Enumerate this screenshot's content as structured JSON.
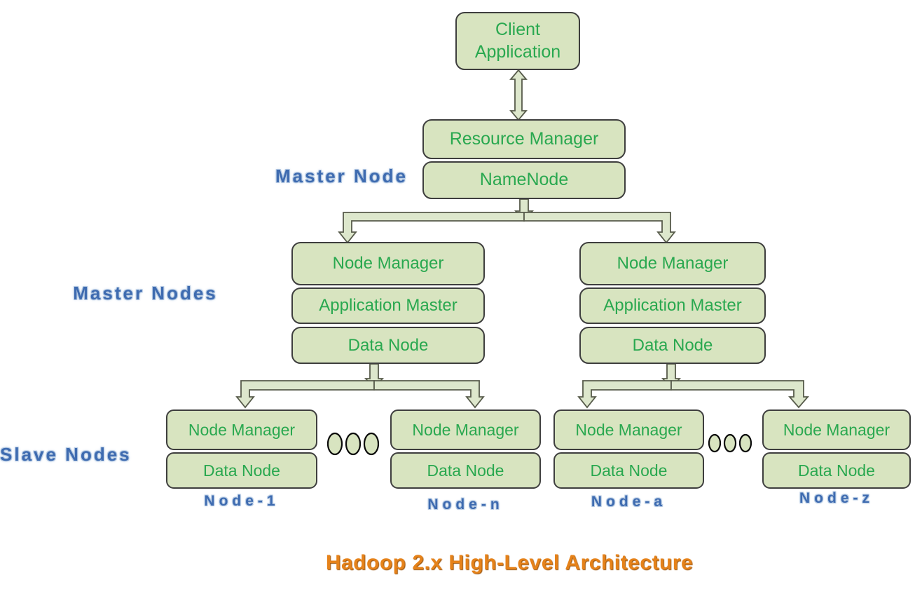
{
  "colors": {
    "box_fill": "#d8e4c0",
    "box_border": "#3e3e3e",
    "box_text": "#29a84f",
    "conn_fill": "#dde7cc",
    "conn_stroke": "#575b4b",
    "label_blue": "#3e6bb0",
    "label_glow": "#b8cce4",
    "title_orange": "#e5821a",
    "dot_fill": "#d8e4c0",
    "dot_stroke": "#0a0a0a"
  },
  "icons": {
    "client_link": "double-headed-block-arrow",
    "branch_connectors": "elbow-block-arrows-down",
    "continuation": "ellipsis-ovals"
  },
  "diagram": {
    "title": "Hadoop 2.x High-Level Architecture",
    "client": {
      "label": "Client Application"
    },
    "master_node_tier": {
      "caption": "Master Node",
      "resource_manager": "Resource Manager",
      "namenode": "NameNode"
    },
    "master_nodes_tier": {
      "caption": "Master Nodes",
      "left_stack": {
        "node_manager": "Node Manager",
        "application_master": "Application Master",
        "data_node": "Data Node"
      },
      "right_stack": {
        "node_manager": "Node Manager",
        "application_master": "Application Master",
        "data_node": "Data Node"
      }
    },
    "slave_nodes_tier": {
      "caption": "Slave Nodes",
      "stacks": [
        {
          "node_manager": "Node Manager",
          "data_node": "Data Node",
          "name": "Node-1"
        },
        {
          "node_manager": "Node Manager",
          "data_node": "Data Node",
          "name": "Node-n"
        },
        {
          "node_manager": "Node Manager",
          "data_node": "Data Node",
          "name": "Node-a"
        },
        {
          "node_manager": "Node Manager",
          "data_node": "Data Node",
          "name": "Node-z"
        }
      ]
    }
  }
}
